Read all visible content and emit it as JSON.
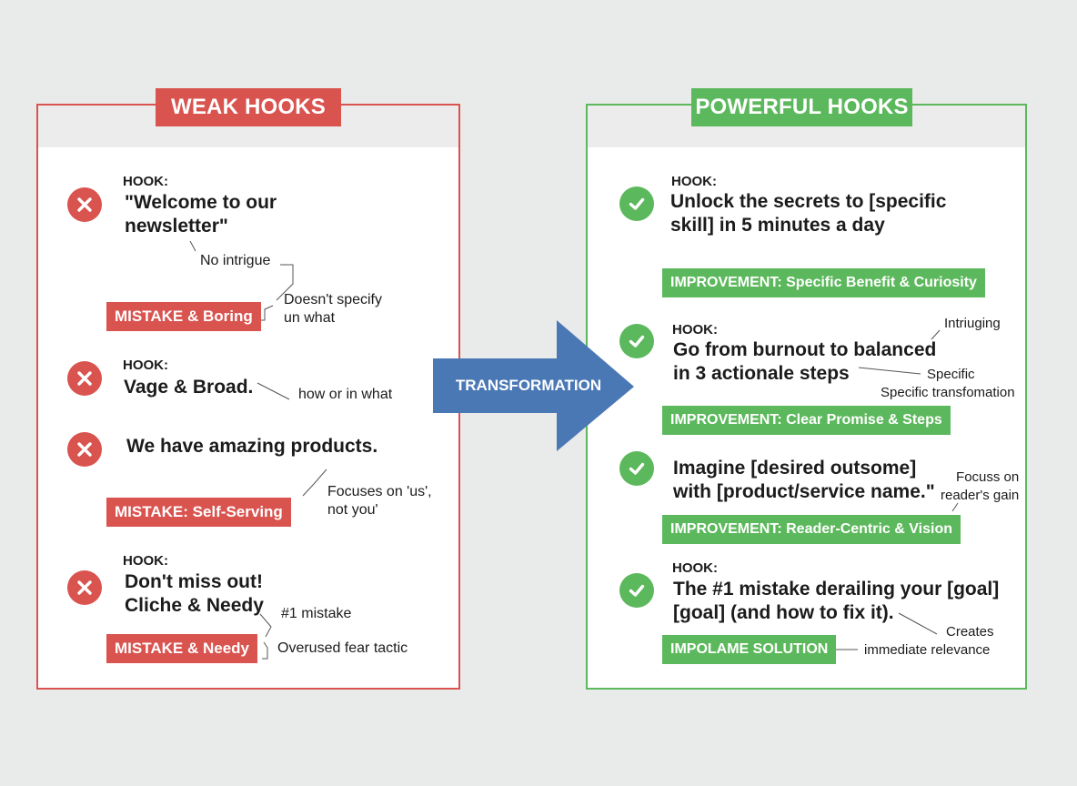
{
  "weak": {
    "title": "WEAK HOOKS",
    "items": [
      {
        "label": "HOOK:",
        "text": "\"Welcome to our newsletter\""
      },
      {
        "label": "HOOK:",
        "text": "Vage & Broad."
      },
      {
        "text": "We have amazing products."
      },
      {
        "label": "HOOK:",
        "text": "Don't miss out!\nCliche & Needy"
      }
    ],
    "badges": [
      "MISTAKE & Boring",
      "MISTAKE: Self-Serving",
      "MISTAKE & Needy"
    ],
    "notes": {
      "no_intrigue": "No intrigue",
      "doesnt_specify": "Doesn't specify\nun what",
      "how_or_in_what": "how or in what",
      "focuses_on_us": "Focuses on 'us',\nnot you'",
      "number_one_mistake": "#1 mistake",
      "overused_fear": "Overused fear tactic"
    }
  },
  "arrow": {
    "label": "TRANSFORMATION"
  },
  "powerful": {
    "title": "POWERFUL HOOKS",
    "items": [
      {
        "label": "HOOK:",
        "text": "Unlock the secrets to [specific\nskill] in 5 minutes a day"
      },
      {
        "label": "HOOK:",
        "text": "Go from burnout to balanced\nin 3 actionale steps"
      },
      {
        "text": "Imagine [desired outsome]\nwith [product/service name.\""
      },
      {
        "label": "HOOK:",
        "text": "The #1 mistake derailing your [goal]\n[goal] (and how to fix it)."
      }
    ],
    "badges": [
      "IMPROVEMENT: Specific Benefit & Curiosity",
      "IMPROVEMENT: Clear Promise & Steps",
      "IMPROVEMENT: Reader-Centric & Vision",
      "IMPOLAME SOLUTION"
    ],
    "notes": {
      "intriguing": "Intriuging",
      "specific": "Specific",
      "specific_transformation": "Specific transfomation",
      "focus_on_gain": "Focuss on\nreader's gain",
      "creates": "Creates",
      "immediate_relevance": "immediate relevance"
    }
  },
  "colors": {
    "red": "#d9534f",
    "green": "#5cb85c",
    "blue": "#4a78b5"
  },
  "icons": {
    "weak": "x-circle-icon",
    "powerful": "check-circle-icon",
    "arrow": "right-arrow-icon"
  }
}
